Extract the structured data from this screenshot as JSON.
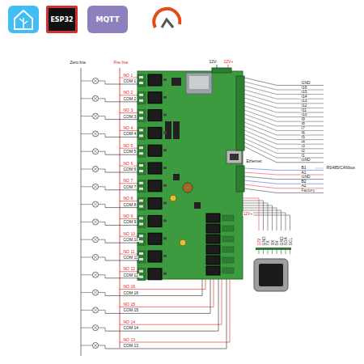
{
  "diagram": {
    "nodes": [
      {
        "text": [
          "ESP32"
        ]
      },
      {
        "text": [
          "MQTT"
        ]
      }
    ],
    "labels": [
      "Zero line",
      "Fire line",
      "NO 1",
      "COM 1",
      "NO 2",
      "COM 2",
      "NO 3",
      "COM 3",
      "NO 4",
      "COM 4",
      "NO 5",
      "COM 5",
      "NO 6",
      "COM 6",
      "NO 7",
      "COM 7",
      "NO 8",
      "COM 8",
      "NO 9",
      "COM 9",
      "NO 10",
      "COM 10",
      "NO 11",
      "COM 11",
      "NO 12",
      "COM 12",
      "NO 16",
      "COM 16",
      "NO 15",
      "COM 15",
      "NO 14",
      "COM 14",
      "NO 13",
      "COM 13",
      "12V-",
      "12V+",
      "GND",
      "I16",
      "I15",
      "I14",
      "I13",
      "I12",
      "I11",
      "I10",
      "I9",
      "I8",
      "I7",
      "I6",
      "I5",
      "I4",
      "I3",
      "I2",
      "I1",
      "GND",
      "Ethernet",
      "B1",
      "A1",
      "RS485/CANbus",
      "GND",
      "B2",
      "A2",
      "Factory",
      "12V+",
      "12V",
      "GND",
      "TX",
      "RX",
      "5V",
      "GND",
      "SDA",
      "SCL"
    ]
  }
}
